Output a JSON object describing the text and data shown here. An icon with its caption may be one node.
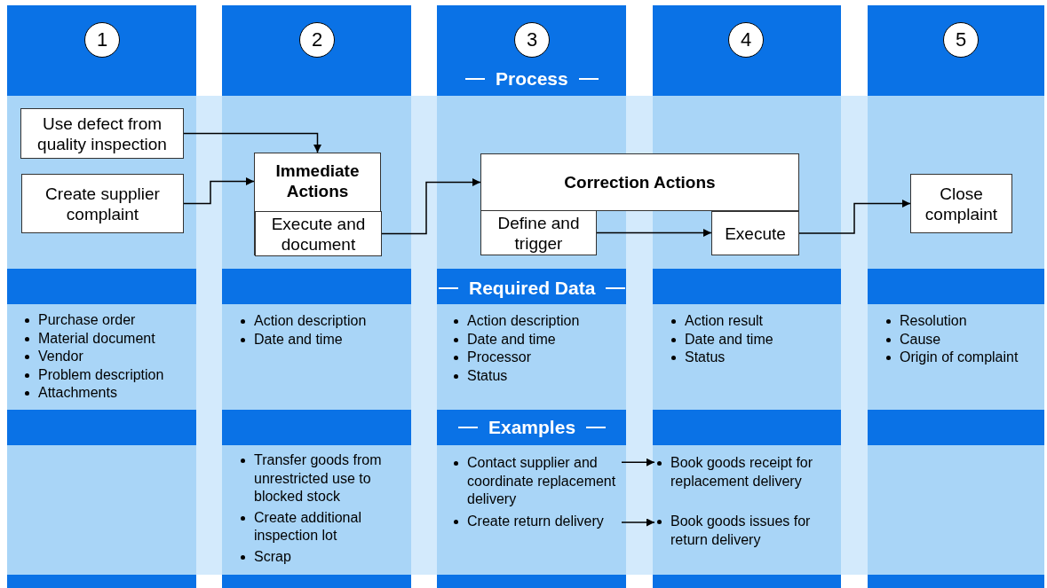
{
  "diagram": {
    "nodes": [
      {
        "text": [
          "1"
        ]
      },
      {
        "text": [
          "2"
        ]
      },
      {
        "text": [
          "3"
        ]
      },
      {
        "text": [
          "4"
        ]
      },
      {
        "text": [
          "5"
        ]
      },
      {
        "text": [
          "Use defect from quality inspection"
        ]
      },
      {
        "text": [
          "Create supplier complaint"
        ]
      },
      {
        "text": [
          "Immediate Actions"
        ]
      },
      {
        "text": [
          "Execute and document"
        ],
        "in": 7
      },
      {
        "text": [
          "Correction Actions"
        ]
      },
      {
        "text": [
          "Define and trigger"
        ]
      },
      {
        "text": [
          "Execute"
        ]
      },
      {
        "text": [
          "Close complaint"
        ]
      },
      {
        "text": [
          "Contact supplier and coordinate replacement delivery"
        ]
      },
      {
        "text": [
          "Book goods receipt for replacement delivery"
        ]
      },
      {
        "text": [
          "Create return delivery"
        ]
      },
      {
        "text": [
          "Book goods issues for return delivery"
        ]
      }
    ],
    "edges": [
      {
        "from": 5,
        "to": 7,
        "arrow": "to"
      },
      {
        "from": 6,
        "to": 7,
        "arrow": "to"
      },
      {
        "from": 8,
        "to": 9,
        "arrow": "to"
      },
      {
        "from": 10,
        "to": 11,
        "arrow": "to"
      },
      {
        "from": 11,
        "to": 12,
        "arrow": "to"
      },
      {
        "from": 13,
        "to": 14,
        "arrow": "to"
      },
      {
        "from": 15,
        "to": 16,
        "arrow": "to"
      }
    ],
    "labels": [
      "Process",
      "Required Data",
      "Purchase order",
      "Material document",
      "Vendor",
      "Problem description",
      "Attachments",
      "Action description",
      "Date and time",
      "Action description",
      "Date and time",
      "Processor",
      "Status",
      "Action result",
      "Date and time",
      "Status",
      "Resolution",
      "Cause",
      "Origin of complaint",
      "Examples",
      "Transfer goods from unrestricted use to blocked stock",
      "Create additional inspection lot",
      "Scrap"
    ]
  }
}
